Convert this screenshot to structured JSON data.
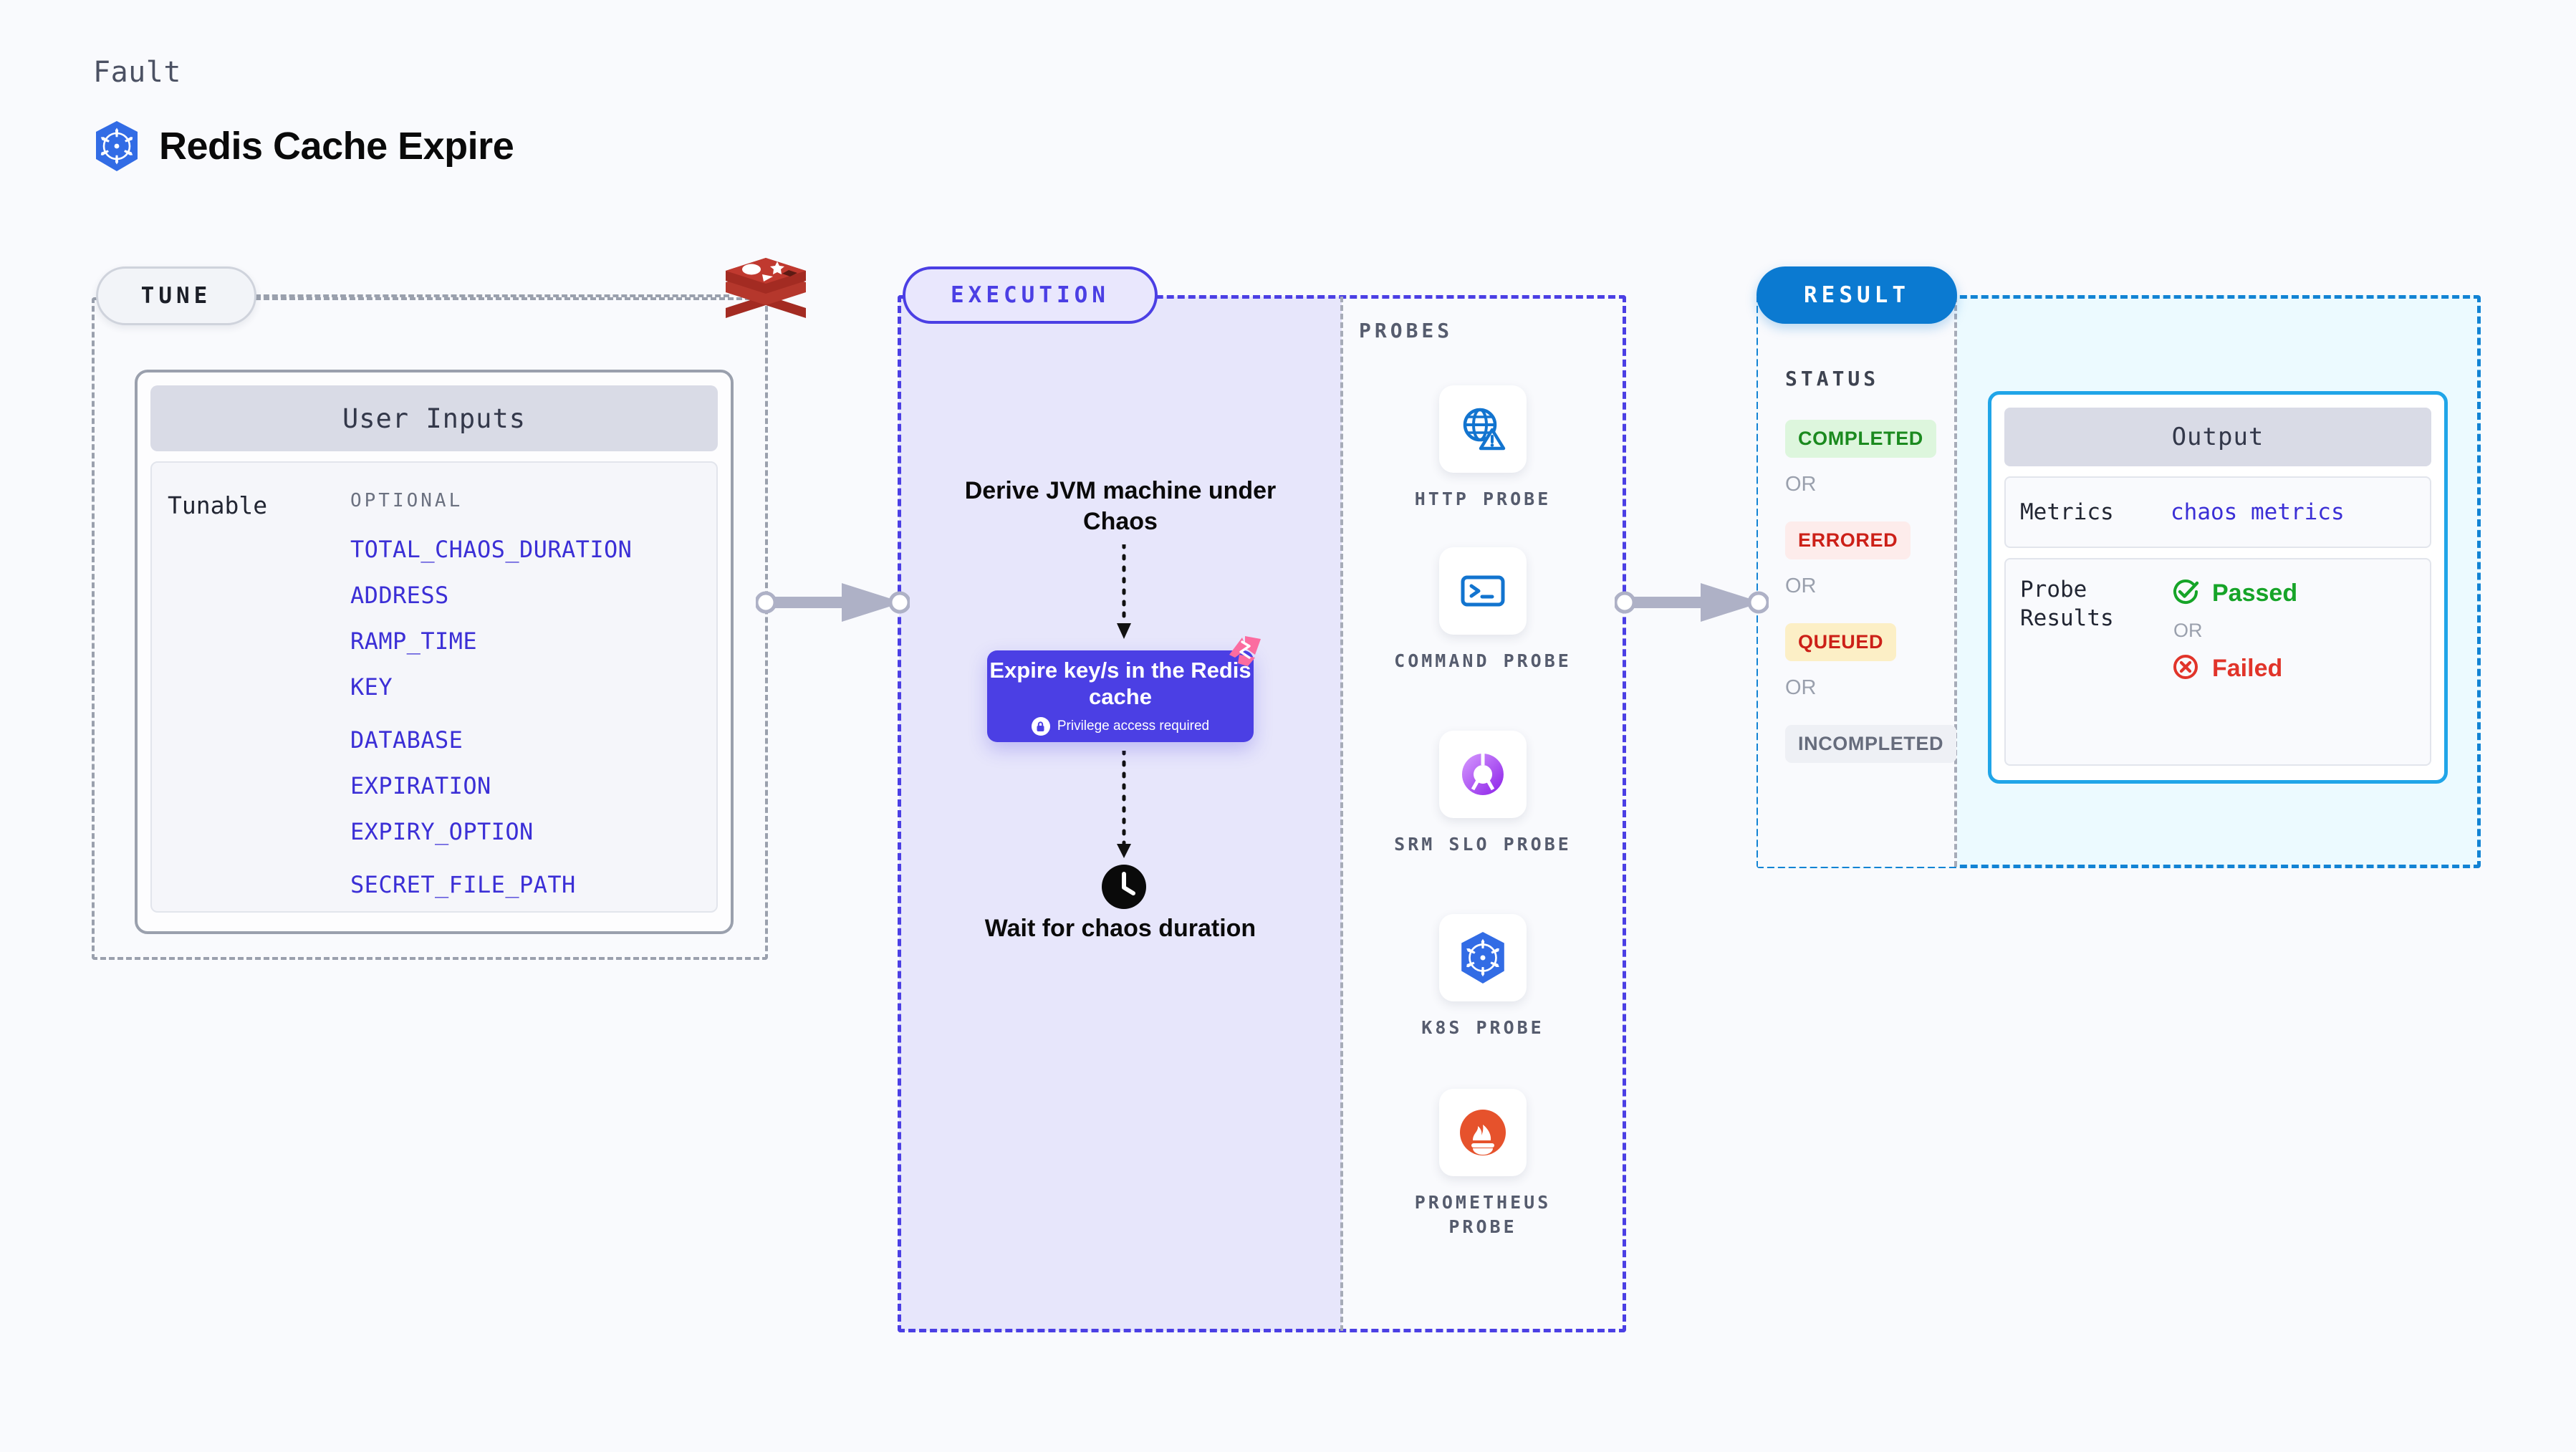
{
  "header": {
    "eyebrow": "Fault",
    "title": "Redis Cache Expire",
    "icon": "kubernetes-helm-icon"
  },
  "tune": {
    "pill_label": "TUNE",
    "target_icon": "redis-logo-icon",
    "card": {
      "header": "User Inputs",
      "row_label": "Tunable",
      "group_label": "OPTIONAL",
      "items": [
        "TOTAL_CHAOS_DURATION",
        "ADDRESS",
        "RAMP_TIME",
        "KEY",
        "DATABASE",
        "EXPIRATION",
        "EXPIRY_OPTION",
        "SECRET_FILE_PATH"
      ]
    }
  },
  "execution": {
    "pill_label": "EXECUTION",
    "step_1": "Derive JVM machine under Chaos",
    "chaos_card": {
      "title": "Expire key/s in the Redis cache",
      "note": "Privilege access required",
      "note_icon": "lock-icon",
      "corner_icon": "harness-chaos-icon"
    },
    "step_3": "Wait for chaos duration",
    "step_3_icon": "clock-icon"
  },
  "probes": {
    "section_label": "PROBES",
    "items": [
      {
        "label": "HTTP PROBE",
        "icon": "globe-warning-icon"
      },
      {
        "label": "COMMAND PROBE",
        "icon": "terminal-icon"
      },
      {
        "label": "SRM SLO PROBE",
        "icon": "slo-donut-check-icon"
      },
      {
        "label": "K8S PROBE",
        "icon": "kubernetes-helm-icon"
      },
      {
        "label": "PROMETHEUS PROBE",
        "icon": "prometheus-flame-icon"
      }
    ]
  },
  "result": {
    "pill_label": "RESULT",
    "status_title": "STATUS",
    "or_label": "OR",
    "statuses": [
      {
        "label": "COMPLETED",
        "color": "#1b8a1f",
        "bg": "#ddf6dd"
      },
      {
        "label": "ERRORED",
        "color": "#cc2018",
        "bg": "#fdeceb"
      },
      {
        "label": "QUEUED",
        "color": "#cc2018",
        "bg": "#fcefc6"
      },
      {
        "label": "INCOMPLETED",
        "color": "#666c7c",
        "bg": "#eef0f5"
      }
    ],
    "output": {
      "header": "Output",
      "metrics_key": "Metrics",
      "metrics_value": "chaos metrics",
      "probe_key": "Probe Results",
      "passed_label": "Passed",
      "passed_icon": "check-circle-icon",
      "failed_label": "Failed",
      "failed_icon": "x-circle-icon",
      "or_label": "OR"
    }
  },
  "colors": {
    "accent_purple": "#4b3fe4",
    "accent_blue": "#0b7ad1",
    "accent_cyan": "#20a5e8",
    "pink": "#fb6ca0",
    "redis_red": "#a32b22",
    "k8s_blue": "#326ce5",
    "prometheus_orange": "#e6522c",
    "background": "#f9fafd"
  }
}
